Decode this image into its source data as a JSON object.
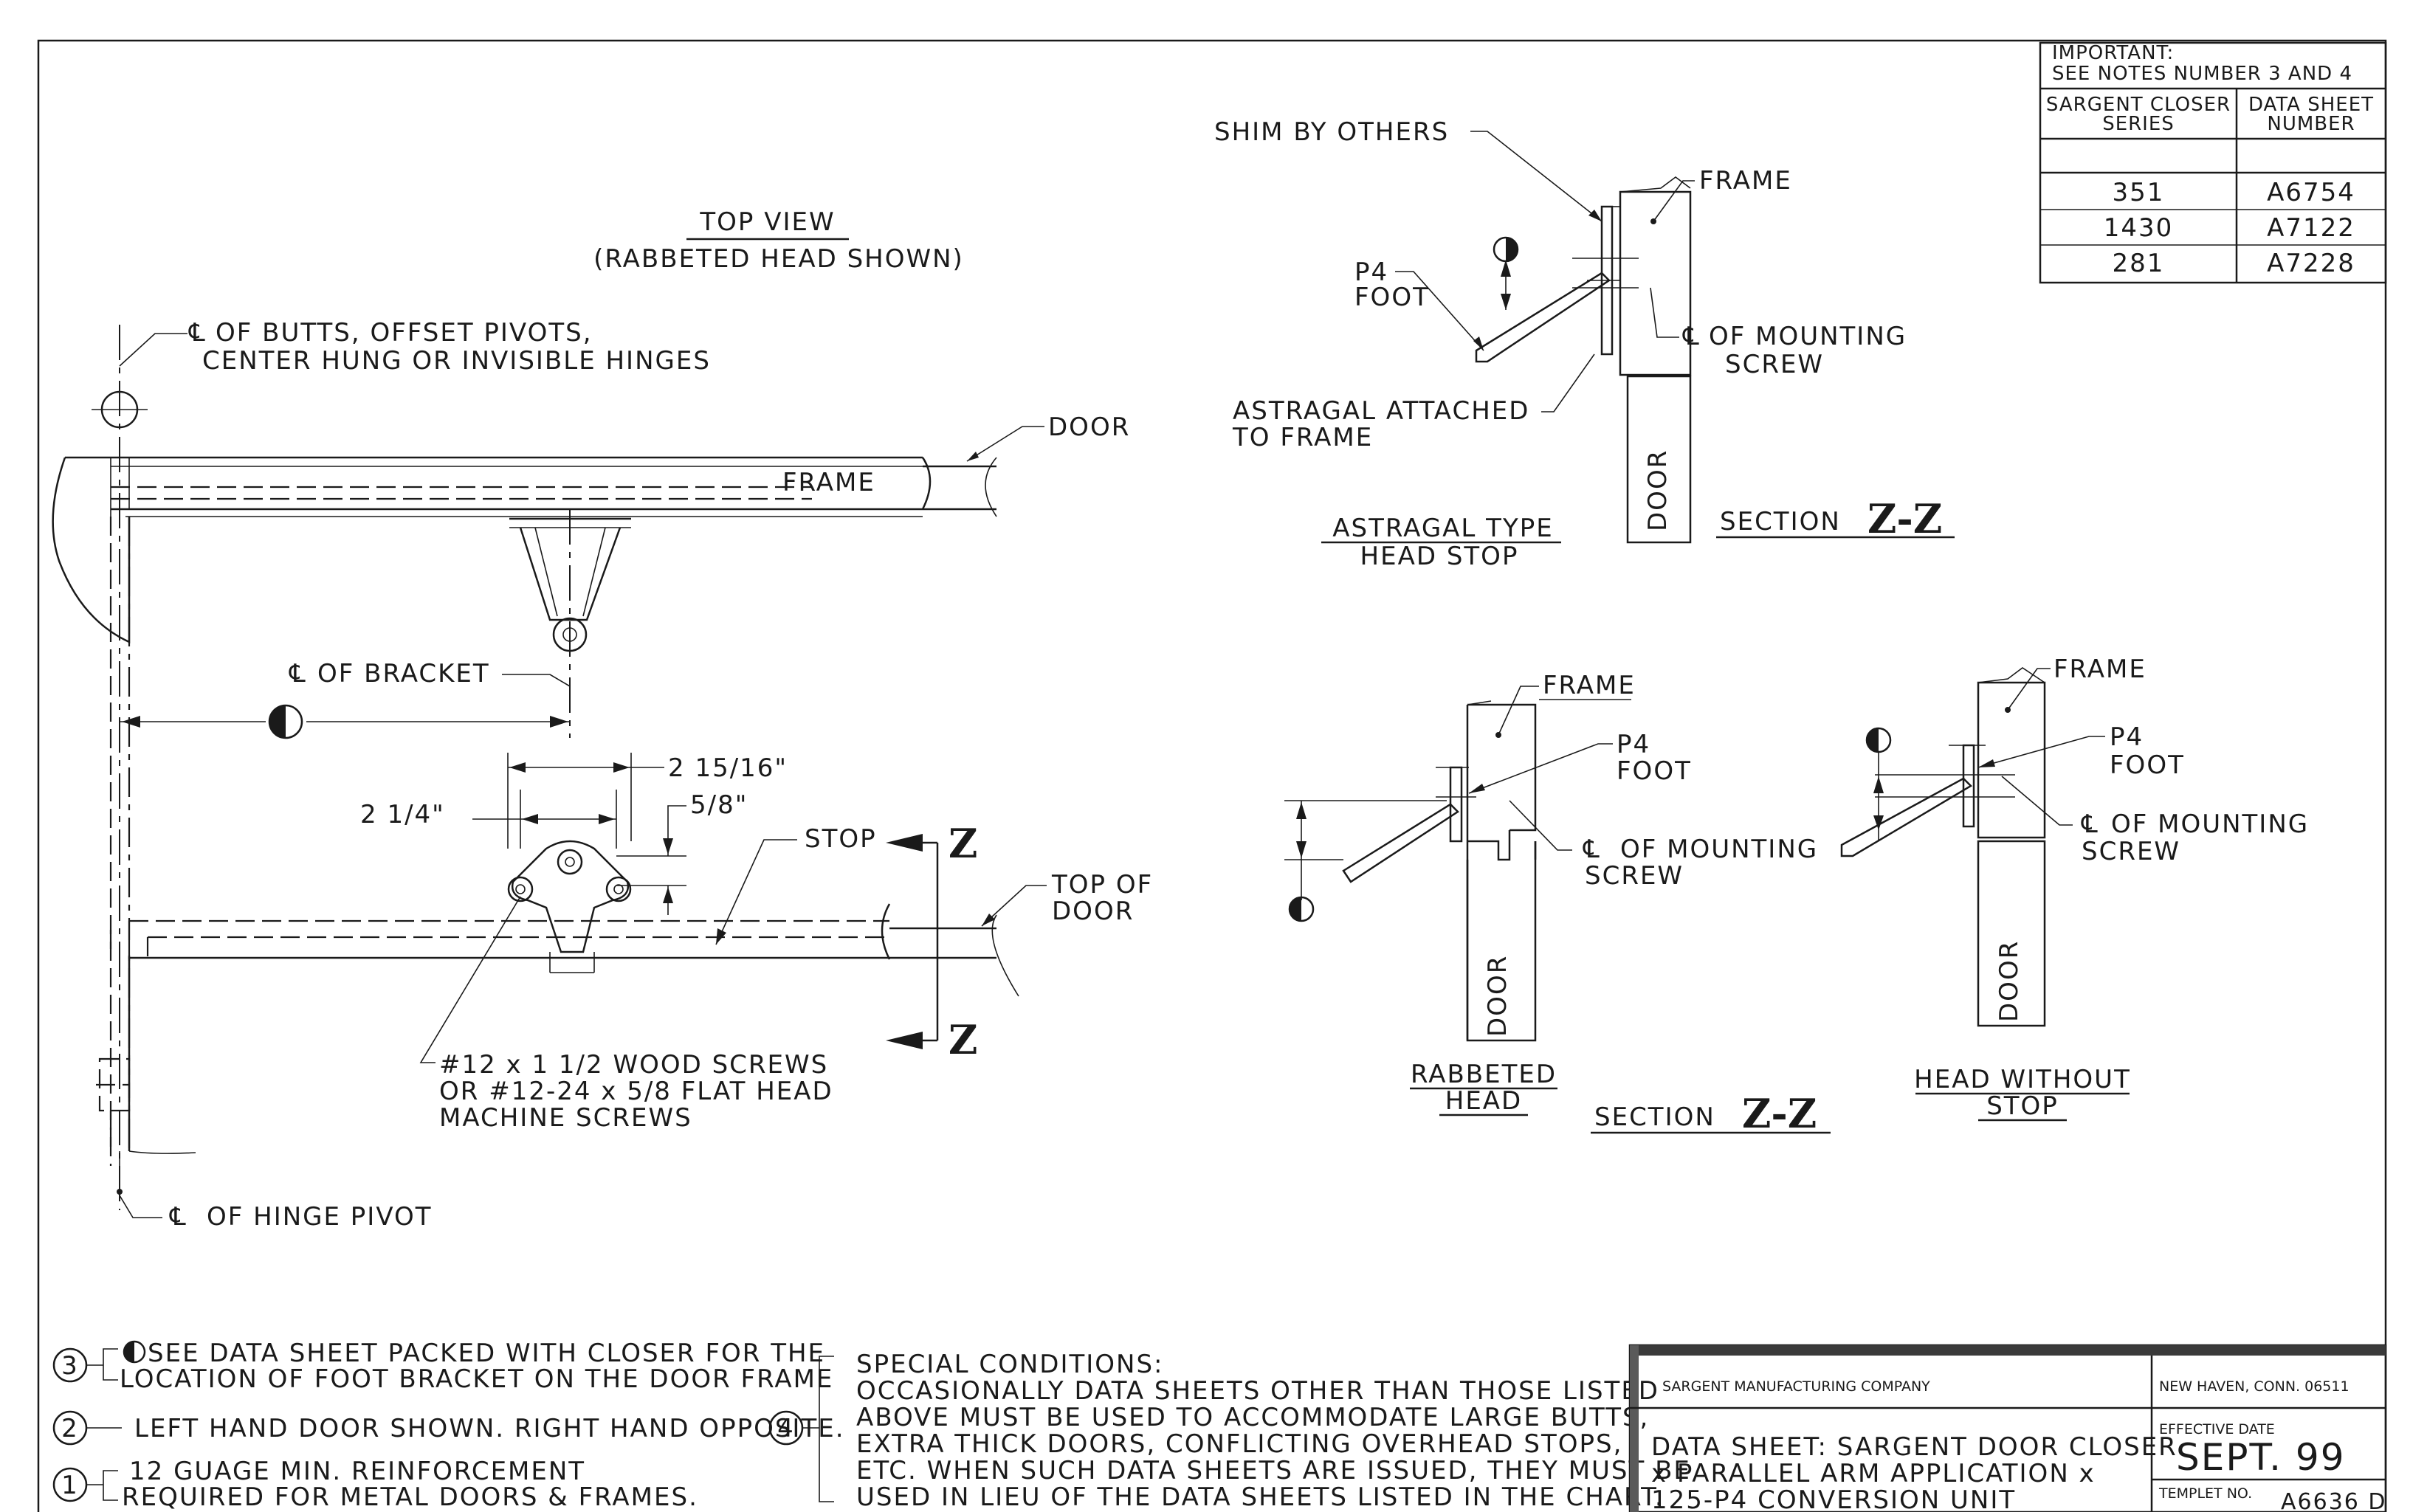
{
  "chart_table": {
    "important_line1": "IMPORTANT:",
    "important_line2": "SEE NOTES NUMBER 3 AND 4",
    "col1_line1": "SARGENT CLOSER",
    "col1_line2": "SERIES",
    "col2_line1": "DATA SHEET",
    "col2_line2": "NUMBER",
    "rows": [
      {
        "series": "351",
        "sheet": "A6754"
      },
      {
        "series": "1430",
        "sheet": "A7122"
      },
      {
        "series": "281",
        "sheet": "A7228"
      }
    ]
  },
  "top_view": {
    "title": "TOP VIEW",
    "subtitle": "(RABBETED HEAD SHOWN)",
    "cl_butts_line1": "OF BUTTS, OFFSET PIVOTS,",
    "cl_butts_line2": "CENTER HUNG OR INVISIBLE HINGES",
    "door": "DOOR",
    "frame": "FRAME",
    "cl_bracket": "OF BRACKET",
    "dim_2_15_16": "2 15/16\"",
    "dim_2_1_4": "2 1/4\"",
    "dim_5_8": "5/8\"",
    "stop": "STOP",
    "top_of_door_line1": "TOP OF",
    "top_of_door_line2": "DOOR",
    "screws_line1": "#12 x 1 1/2 WOOD SCREWS",
    "screws_line2": "OR #12-24 x 5/8 FLAT HEAD",
    "screws_line3": "MACHINE SCREWS",
    "hinge_pivot": "OF HINGE PIVOT",
    "z1": "Z",
    "z2": "Z"
  },
  "astragal_section": {
    "shim": "SHIM BY OTHERS",
    "frame": "FRAME",
    "p4_line1": "P4",
    "p4_line2": "FOOT",
    "mount_line1": "OF MOUNTING",
    "mount_line2": "SCREW",
    "astragal_line1": "ASTRAGAL ATTACHED",
    "astragal_line2": "TO FRAME",
    "door": "DOOR",
    "caption_line1": "ASTRAGAL TYPE",
    "caption_line2": "HEAD STOP",
    "section": "SECTION",
    "zz": "Z-Z"
  },
  "rabbeted_section": {
    "frame": "FRAME",
    "p4_line1": "P4",
    "p4_line2": "FOOT",
    "mount_line1": "OF MOUNTING",
    "mount_line2": "SCREW",
    "door": "DOOR",
    "caption_line1": "RABBETED",
    "caption_line2": "HEAD"
  },
  "nostop_section": {
    "frame": "FRAME",
    "p4_line1": "P4",
    "p4_line2": "FOOT",
    "mount_line1": "OF MOUNTING",
    "mount_line2": "SCREW",
    "door": "DOOR",
    "caption_line1": "HEAD WITHOUT",
    "caption_line2": "STOP"
  },
  "section_bottom": {
    "section": "SECTION",
    "zz": "Z-Z"
  },
  "notes": {
    "n3_num": "3",
    "n3_line1": "SEE DATA SHEET PACKED WITH CLOSER FOR THE",
    "n3_line2": "LOCATION OF FOOT BRACKET ON THE DOOR FRAME",
    "n2_num": "2",
    "n2_line1": "LEFT HAND DOOR SHOWN. RIGHT HAND OPPOSITE.",
    "n1_num": "1",
    "n1_line1": "12 GUAGE MIN. REINFORCEMENT",
    "n1_line2": "REQUIRED FOR METAL DOORS & FRAMES.",
    "n4_num": "4",
    "n4_line1": "SPECIAL CONDITIONS:",
    "n4_line2": "OCCASIONALLY DATA SHEETS OTHER THAN THOSE LISTED",
    "n4_line3": "ABOVE MUST BE USED TO ACCOMMODATE LARGE BUTTS,",
    "n4_line4": "EXTRA THICK DOORS, CONFLICTING OVERHEAD STOPS,",
    "n4_line5": "ETC. WHEN SUCH DATA SHEETS ARE ISSUED, THEY MUST BE",
    "n4_line6": "USED IN LIEU OF THE DATA SHEETS LISTED IN THE CHART."
  },
  "title_block": {
    "company": "SARGENT MANUFACTURING COMPANY",
    "location": "NEW HAVEN, CONN. 06511",
    "title_line1": "DATA SHEET: SARGENT DOOR CLOSER",
    "title_line2": "x PARALLEL ARM APPLICATION x",
    "title_line3": "125-P4 CONVERSION UNIT",
    "effective_label": "EFFECTIVE DATE",
    "effective_value": "SEPT. 99",
    "templet_label": "TEMPLET NO.",
    "templet_value": "A6636 D"
  },
  "symbols": {
    "centerline": "℄"
  }
}
